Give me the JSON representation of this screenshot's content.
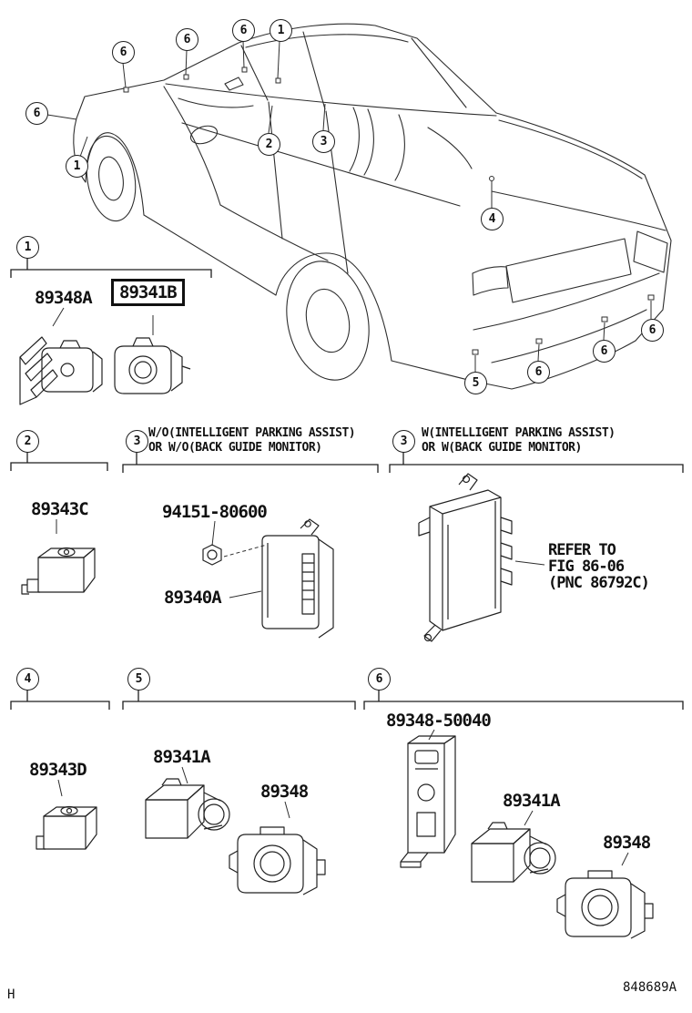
{
  "figure": {
    "footer_left": "H",
    "footer_code": "848689A"
  },
  "car_callouts": [
    {
      "label": "6"
    },
    {
      "label": "6"
    },
    {
      "label": "6"
    },
    {
      "label": "1"
    },
    {
      "label": "6"
    },
    {
      "label": "1"
    },
    {
      "label": "2"
    },
    {
      "label": "3"
    },
    {
      "label": "4"
    },
    {
      "label": "5"
    },
    {
      "label": "6"
    },
    {
      "label": "6"
    },
    {
      "label": "6"
    }
  ],
  "sections": {
    "s1": {
      "callout": "1",
      "part_a": "89348A",
      "part_b": "89341B"
    },
    "s2": {
      "callout": "2",
      "part": "89343C"
    },
    "s3_without": {
      "callout": "3",
      "condition_line1": "W/O(INTELLIGENT PARKING ASSIST)",
      "condition_line2": "OR W/O(BACK GUIDE MONITOR)",
      "nut_part": "94151-80600",
      "ecu_part": "89340A"
    },
    "s3_with": {
      "callout": "3",
      "condition_line1": "W(INTELLIGENT PARKING ASSIST)",
      "condition_line2": "OR W(BACK GUIDE MONITOR)",
      "refer_line1": "REFER TO",
      "refer_line2": "FIG 86-06",
      "refer_line3": "(PNC 86792C)"
    },
    "s4": {
      "callout": "4",
      "part": "89343D"
    },
    "s5": {
      "callout": "5",
      "sensor_part": "89341A",
      "retainer_part": "89348"
    },
    "s6": {
      "callout": "6",
      "bracket_part": "89348-50040",
      "sensor_part": "89341A",
      "retainer_part": "89348"
    }
  }
}
